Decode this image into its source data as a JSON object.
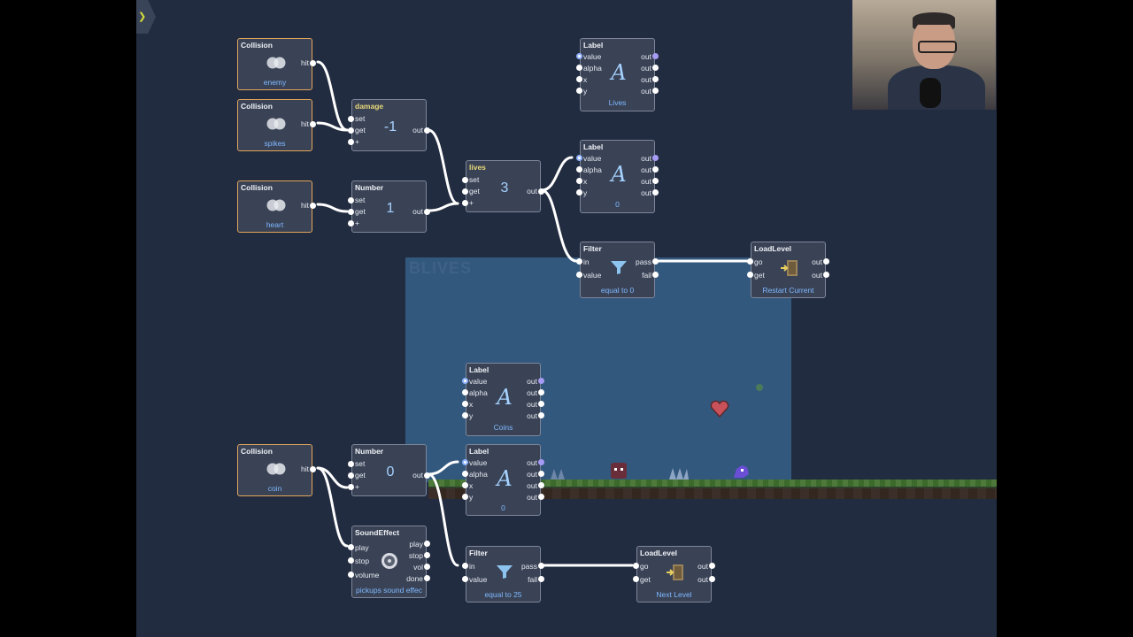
{
  "colors": {
    "canvas": "#222c40",
    "node": "#3a4356",
    "event_border": "#e2a55b",
    "value_text": "#7fb8ff",
    "wire": "#ffffff",
    "active_port": "#a79cf5"
  },
  "toolbar": {
    "icon": "chevron-right-icon"
  },
  "collisions": [
    {
      "title": "Collision",
      "port": "hit",
      "name": "enemy"
    },
    {
      "title": "Collision",
      "port": "hit",
      "name": "spikes"
    },
    {
      "title": "Collision",
      "port": "hit",
      "name": "heart"
    },
    {
      "title": "Collision",
      "port": "hit",
      "name": "coin"
    }
  ],
  "damage": {
    "title": "damage",
    "ports": [
      "set",
      "get",
      "+"
    ],
    "value": "-1",
    "out": "out"
  },
  "number1": {
    "title": "Number",
    "ports": [
      "set",
      "get",
      "+"
    ],
    "value": "1",
    "out": "out"
  },
  "lives": {
    "title": "lives",
    "ports": [
      "set",
      "get",
      "+"
    ],
    "value": "3",
    "out": "out"
  },
  "number0": {
    "title": "Number",
    "ports": [
      "set",
      "get",
      "+"
    ],
    "value": "0",
    "out": "out"
  },
  "labels": [
    {
      "title": "Label",
      "in": [
        "value",
        "alpha",
        "x",
        "y"
      ],
      "outs": [
        "out",
        "out",
        "out",
        "out"
      ],
      "glyph": "A",
      "caption": "Lives"
    },
    {
      "title": "Label",
      "in": [
        "value",
        "alpha",
        "x",
        "y"
      ],
      "outs": [
        "out",
        "out",
        "out",
        "out"
      ],
      "glyph": "A",
      "caption": "0"
    },
    {
      "title": "Label",
      "in": [
        "value",
        "alpha",
        "x",
        "y"
      ],
      "outs": [
        "out",
        "out",
        "out",
        "out"
      ],
      "glyph": "A",
      "caption": "Coins"
    },
    {
      "title": "Label",
      "in": [
        "value",
        "alpha",
        "x",
        "y"
      ],
      "outs": [
        "out",
        "out",
        "out",
        "out"
      ],
      "glyph": "A",
      "caption": "0"
    }
  ],
  "filters": [
    {
      "title": "Filter",
      "in": [
        "in",
        "value"
      ],
      "outs": [
        "pass",
        "fail"
      ],
      "caption": "equal to 0"
    },
    {
      "title": "Filter",
      "in": [
        "in",
        "value"
      ],
      "outs": [
        "pass",
        "fail"
      ],
      "caption": "equal to 25"
    }
  ],
  "loadlevels": [
    {
      "title": "LoadLevel",
      "in": [
        "go",
        "get"
      ],
      "outs": [
        "out",
        "out"
      ],
      "caption": "Restart Current"
    },
    {
      "title": "LoadLevel",
      "in": [
        "go",
        "get"
      ],
      "outs": [
        "out",
        "out"
      ],
      "caption": "Next Level"
    }
  ],
  "sound": {
    "title": "SoundEffect",
    "in": [
      "play",
      "stop",
      "volume"
    ],
    "outs": [
      "play",
      "stop",
      "vol",
      "done"
    ],
    "caption": "pickups sound effec"
  },
  "game": {
    "ghost_text": "BLIVES"
  }
}
